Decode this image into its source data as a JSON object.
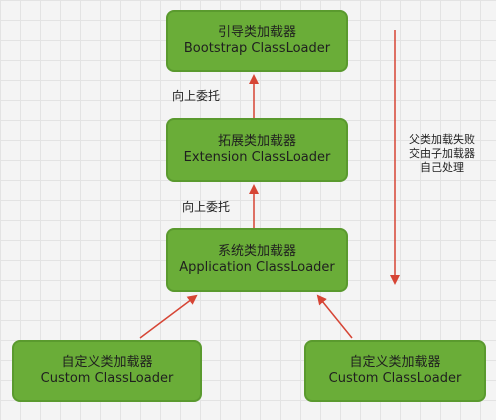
{
  "boxes": {
    "bootstrap": {
      "zh": "引导类加载器",
      "en": "Bootstrap ClassLoader"
    },
    "extension": {
      "zh": "拓展类加载器",
      "en": "Extension ClassLoader"
    },
    "application": {
      "zh": "系统类加载器",
      "en": "Application ClassLoader"
    },
    "custom1": {
      "zh": "自定义类加载器",
      "en": "Custom ClassLoader"
    },
    "custom2": {
      "zh": "自定义类加载器",
      "en": "Custom ClassLoader"
    }
  },
  "labels": {
    "delegate_up_1": "向上委托",
    "delegate_up_2": "向上委托"
  },
  "side_note": {
    "line1": "父类加载失败",
    "line2": "交由子加载器",
    "line3": "自己处理"
  },
  "colors": {
    "box_fill": "#6aad38",
    "arrow": "#d64535"
  }
}
